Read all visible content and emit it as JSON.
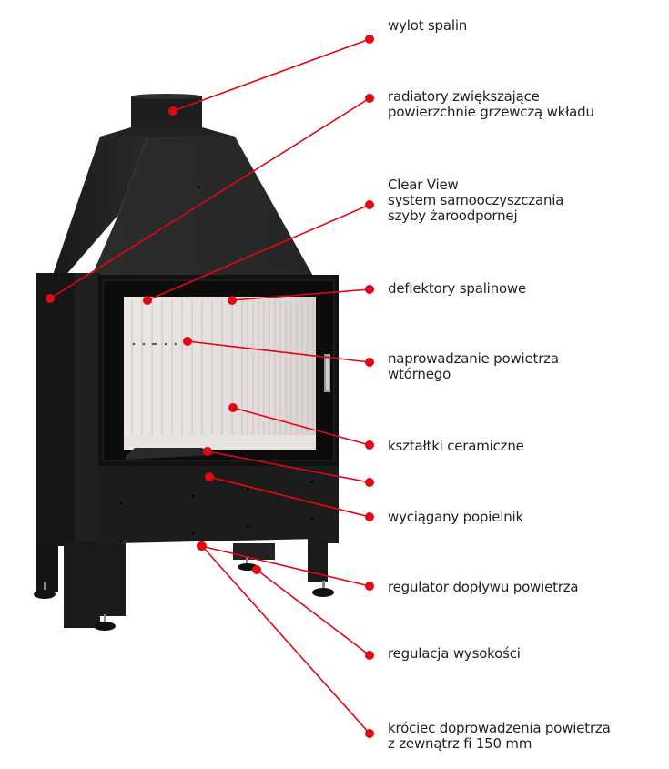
{
  "diagram": {
    "subject": "fireplace insert with hood",
    "accent_color": "#e30613",
    "body_color": "#1b1b1b",
    "ceramic_color": "#e4dedc",
    "callouts": [
      {
        "id": "flue-outlet",
        "lines": [
          "wylot spalin"
        ]
      },
      {
        "id": "radiators",
        "lines": [
          "radiatory zwiększające",
          "powierzchnie grzewczą wkładu"
        ]
      },
      {
        "id": "clear-view",
        "lines": [
          "Clear View",
          "system samooczyszczania",
          "szyby żaroodpornej"
        ]
      },
      {
        "id": "exhaust-deflectors",
        "lines": [
          "deflektory spalinowe"
        ]
      },
      {
        "id": "secondary-air",
        "lines": [
          "naprowadzanie powietrza",
          "wtórnego"
        ]
      },
      {
        "id": "ceramic-lining",
        "lines": [
          "kształtki ceramiczne"
        ]
      },
      {
        "id": "ash-pan",
        "lines": [
          "wyciągany popielnik"
        ]
      },
      {
        "id": "air-regulator",
        "lines": [
          "regulator dopływu powietrza"
        ]
      },
      {
        "id": "height-adjust",
        "lines": [
          "regulacja wysokości"
        ]
      },
      {
        "id": "external-air-inlet",
        "lines": [
          "króciec doprowadzenia powietrza",
          "z zewnątrz fi 150 mm"
        ]
      }
    ]
  }
}
